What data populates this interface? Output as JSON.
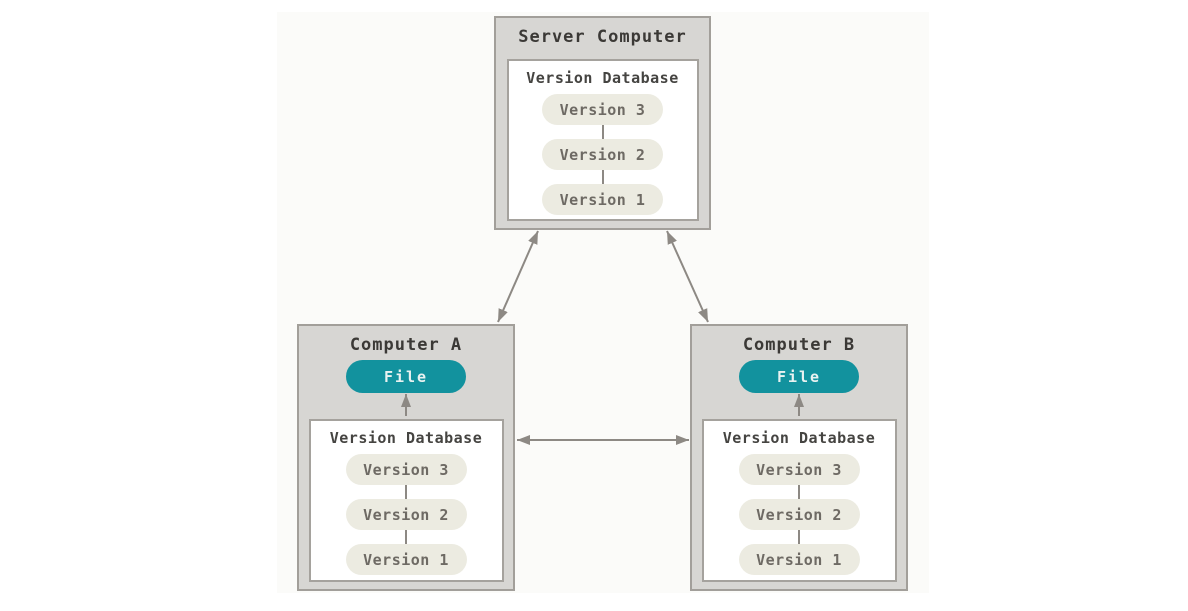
{
  "page": {
    "background": "#ffffff",
    "canvas_background": "#fbfbf9"
  },
  "colors": {
    "machine_fill": "#d7d6d3",
    "machine_border": "#a29f9a",
    "inner_box_fill": "#ffffff",
    "inner_box_border": "#a5a29d",
    "version_pill_fill": "#ecebe1",
    "version_pill_text": "#6e6a64",
    "file_pill_fill": "#12929e",
    "file_pill_text": "#e9f2f1",
    "title_text": "#3b3936",
    "arrow": "#8d8984"
  },
  "nodes": {
    "server": {
      "title": "Server Computer",
      "database_label": "Version Database",
      "versions": [
        "Version 3",
        "Version 2",
        "Version 1"
      ]
    },
    "computer_a": {
      "title": "Computer A",
      "file_label": "File",
      "database_label": "Version Database",
      "versions": [
        "Version 3",
        "Version 2",
        "Version 1"
      ]
    },
    "computer_b": {
      "title": "Computer B",
      "file_label": "File",
      "database_label": "Version Database",
      "versions": [
        "Version 3",
        "Version 2",
        "Version 1"
      ]
    }
  },
  "connections": [
    {
      "from": "server-computer",
      "to": "computer-a",
      "type": "bidirectional"
    },
    {
      "from": "server-computer",
      "to": "computer-b",
      "type": "bidirectional"
    },
    {
      "from": "computer-a",
      "to": "computer-b",
      "type": "bidirectional"
    },
    {
      "from": "computer-a-version-database",
      "to": "computer-a-file",
      "type": "up-arrow"
    },
    {
      "from": "computer-b-version-database",
      "to": "computer-b-file",
      "type": "up-arrow"
    }
  ]
}
